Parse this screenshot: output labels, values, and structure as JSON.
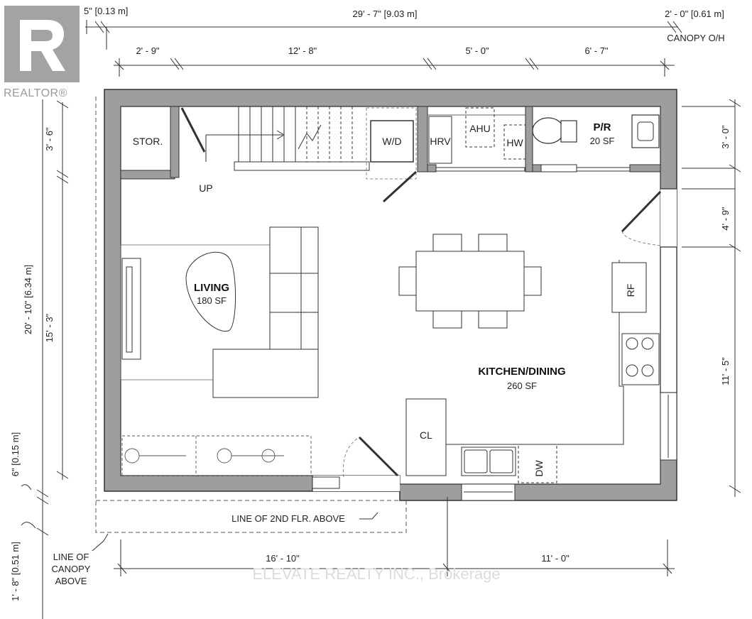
{
  "logo": {
    "text": "REALTOR®",
    "color": "#9a9a9a"
  },
  "watermark": "ELEVATE REALTY INC., Brokerage",
  "dimensions": {
    "top_left_small": "5\" [0.13 m]",
    "top_total": "29' - 7\" [9.03 m]",
    "top_right_canopy": "2' - 0\" [0.61 m]",
    "canopy_oh": "CANOPY O/H",
    "seg1": "2' - 9\"",
    "seg2": "12' - 8\"",
    "seg3": "5' - 0\"",
    "seg4": "6' - 7\"",
    "left_total": "20' - 10\" [6.34 m]",
    "left_upper": "3' - 6\"",
    "left_lower": "15' - 3\"",
    "left_small": "6\" [0.15 m]",
    "left_bottom": "1' - 8\" [0.51 m]",
    "right_top": "3' - 0\"",
    "right_mid": "4' - 9\"",
    "right_lower": "11' - 5\"",
    "bottom_left": "16' - 10\"",
    "bottom_right": "11' - 0\""
  },
  "rooms": {
    "storage": "STOR.",
    "up": "UP",
    "wd": "W/D",
    "hrv": "HRV",
    "ahu": "AHU",
    "hw": "HW",
    "pr": "P/R",
    "pr_area": "20 SF",
    "living": "LIVING",
    "living_area": "180 SF",
    "kitchen": "KITCHEN/DINING",
    "kitchen_area": "260 SF",
    "rf": "RF",
    "cl": "CL",
    "dw": "DW"
  },
  "notes": {
    "line_2nd_floor": "LINE OF 2ND FLR. ABOVE",
    "canopy_line1": "LINE OF",
    "canopy_line2": "CANOPY",
    "canopy_line3": "ABOVE"
  }
}
